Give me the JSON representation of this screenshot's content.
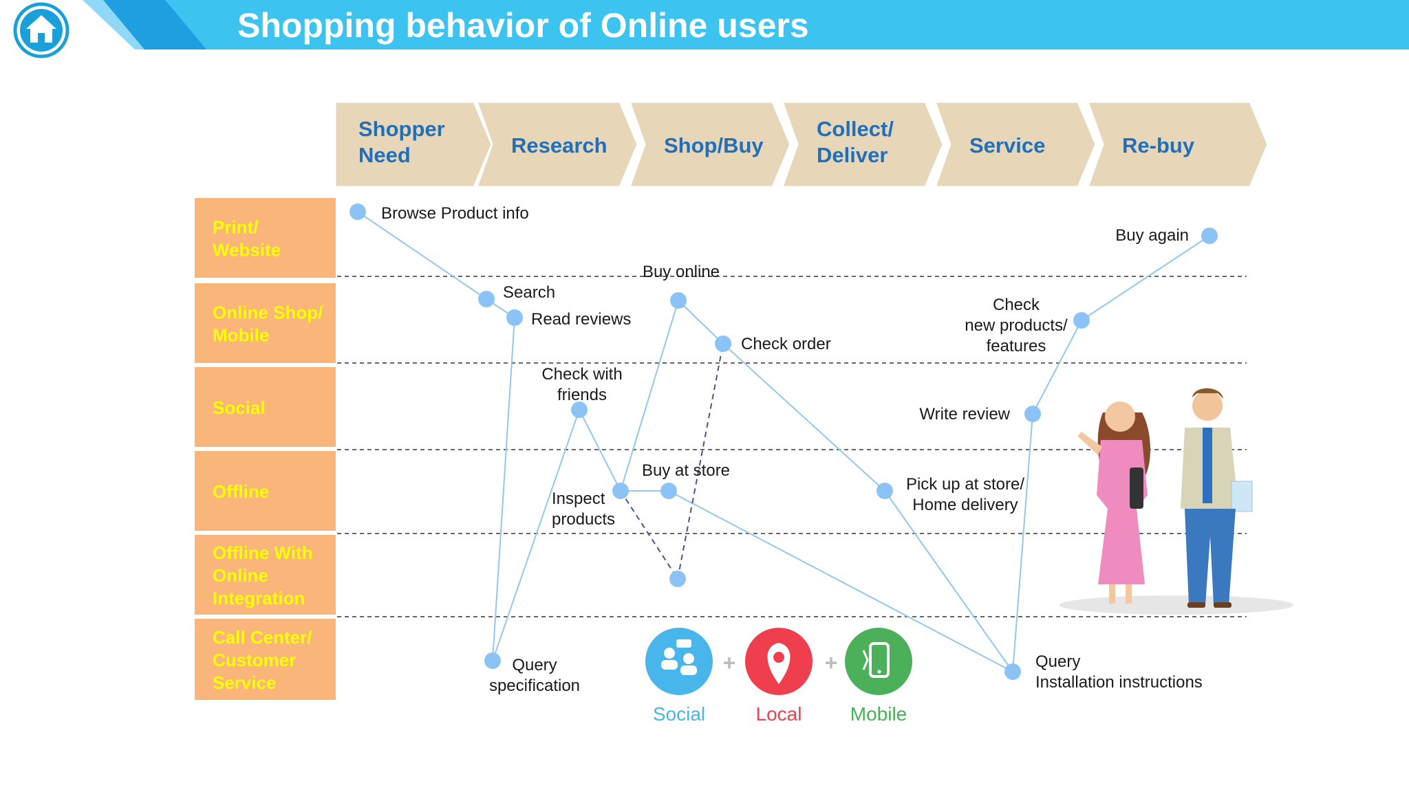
{
  "title": "Shopping behavior of Online users",
  "colors": {
    "header": "#3dc3f0",
    "header_dark": "#1f9ee0",
    "stage_arrow": "#e7d6b7",
    "stage_text": "#1f6fbb",
    "channel_box": "#f9b57a",
    "channel_text": "#ffff00",
    "node": "#8cc3f7",
    "line": "#92c7ef",
    "dashed_link": "#5d4a8a",
    "social": "#48b6ea",
    "local": "#ef3f4f",
    "mobile": "#4caf59"
  },
  "stages": [
    {
      "lines": [
        "Shopper",
        "Need"
      ]
    },
    {
      "lines": [
        "Research"
      ]
    },
    {
      "lines": [
        "Shop/Buy"
      ]
    },
    {
      "lines": [
        "Collect/",
        "Deliver"
      ]
    },
    {
      "lines": [
        "Service"
      ]
    },
    {
      "lines": [
        "Re-buy"
      ]
    }
  ],
  "channels": [
    {
      "lines": [
        "Print/",
        "Website"
      ]
    },
    {
      "lines": [
        "Online Shop/",
        "Mobile"
      ]
    },
    {
      "lines": [
        "Social"
      ]
    },
    {
      "lines": [
        "Offline"
      ]
    },
    {
      "lines": [
        "Offline With",
        "Online",
        "Integration"
      ]
    },
    {
      "lines": [
        "Call Center/",
        "Customer",
        "Service"
      ]
    }
  ],
  "touchpoints": [
    {
      "id": "browse",
      "lines": [
        "Browse Product info"
      ]
    },
    {
      "id": "search",
      "lines": [
        "Search"
      ]
    },
    {
      "id": "reviews",
      "lines": [
        "Read reviews"
      ]
    },
    {
      "id": "friends",
      "lines": [
        "Check with",
        "friends"
      ]
    },
    {
      "id": "query_spec",
      "lines": [
        "Query",
        "specification"
      ]
    },
    {
      "id": "inspect",
      "lines": [
        "Inspect",
        "products"
      ]
    },
    {
      "id": "buy_online",
      "lines": [
        "Buy online"
      ]
    },
    {
      "id": "buy_store",
      "lines": [
        "Buy at store"
      ]
    },
    {
      "id": "integration",
      "lines": []
    },
    {
      "id": "check_order",
      "lines": [
        "Check order"
      ]
    },
    {
      "id": "pickup",
      "lines": [
        "Pick up at store/",
        "Home delivery"
      ]
    },
    {
      "id": "query_install",
      "lines": [
        "Query",
        "Installation instructions"
      ]
    },
    {
      "id": "write_review",
      "lines": [
        "Write review"
      ]
    },
    {
      "id": "check_new",
      "lines": [
        "Check",
        "new products/",
        "features"
      ]
    },
    {
      "id": "buy_again",
      "lines": [
        "Buy again"
      ]
    }
  ],
  "legend": [
    {
      "label": "Social",
      "icon": "chat-people-icon"
    },
    {
      "label": "Local",
      "icon": "map-pin-icon"
    },
    {
      "label": "Mobile",
      "icon": "smartphone-icon"
    }
  ],
  "legend_separator": "+"
}
